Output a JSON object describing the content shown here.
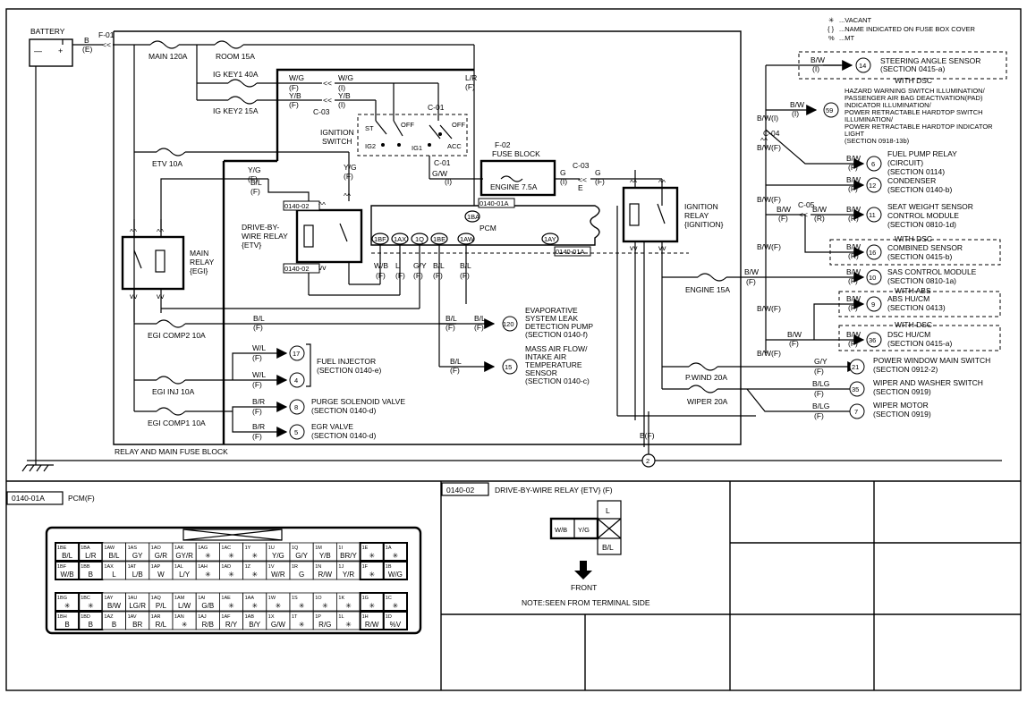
{
  "legend": [
    {
      "sym": "✳",
      "text": "...VACANT"
    },
    {
      "sym": "{ }",
      "text": "...NAME INDICATED ON FUSE BOX COVER"
    },
    {
      "sym": "%",
      "text": "...MT"
    }
  ],
  "battery": "BATTERY",
  "fuses": {
    "main": "MAIN 120A",
    "room": "ROOM 15A",
    "igkey1": "IG KEY1 40A",
    "igkey2": "IG KEY2 15A",
    "etv": "ETV 10A",
    "egicomp2": "EGI COMP2 10A",
    "egiinj": "EGI INJ 10A",
    "egicomp1": "EGI COMP1 10A",
    "engine75": "ENGINE 7.5A",
    "engine15": "ENGINE 15A",
    "pwind": "P.WIND 20A",
    "wiper": "WIPER 20A"
  },
  "connectors": {
    "f01": "F-01",
    "c03": "C-03",
    "c01": "C-01",
    "c04": "C-04",
    "c05": "C-05",
    "pcm_conn": "0140-01A",
    "etv_conn": "0140-02"
  },
  "wires": {
    "b_e": "B",
    "b_e2": "(E)",
    "wg": "W/G",
    "wg_f": "(F)",
    "wg2": "W/G",
    "wg2_i": "(I)",
    "yb": "Y/B",
    "yb_f": "(F)",
    "yb2": "Y/B",
    "yb2_i": "(I)",
    "lr": "L/R",
    "lr_f": "(F)",
    "yg": "Y/G",
    "yg_f": "(F)",
    "yg2": "Y/G",
    "yg2_f": "(F)",
    "bl": "B/L",
    "bl_f": "(F)",
    "gw": "G/W",
    "gw_i": "(I)",
    "g1": "G",
    "g1_i": "(I)",
    "e": "E",
    "g2": "G",
    "g2_f": "(F)",
    "wb": "W/B",
    "l": "L",
    "gy": "G/Y",
    "bl2": "B/L",
    "bl3": "B/L",
    "f": "(F)",
    "bl_egi2": "B/L",
    "bl_evap": "B/L",
    "bl_evap2": "B/L",
    "bl_maf": "B/L",
    "wl1": "W/L",
    "wl2": "W/L",
    "br1": "B/R",
    "br2": "B/R",
    "bw": "B/W",
    "bw_i": "(I)",
    "bwi": "B/W(I)",
    "bwf": "B/W(F)",
    "br_r": "(R)",
    "gy_pw": "G/Y",
    "blg1": "B/LG",
    "blg2": "B/LG",
    "bf": "B(F)"
  },
  "components": {
    "ign_switch": [
      "IGNITION",
      "SWITCH"
    ],
    "ign_pos": [
      "ST",
      "OFF",
      "IG2",
      "IG1",
      "ACC",
      "OFF"
    ],
    "fuse_block": [
      "F-02",
      "FUSE BLOCK"
    ],
    "main_relay": [
      "MAIN",
      "RELAY",
      "{EGI}"
    ],
    "dbw_relay": [
      "DRIVE-BY-",
      "WIRE RELAY",
      "{ETV}"
    ],
    "ign_relay": [
      "IGNITION",
      "RELAY",
      "{IGNITION}"
    ],
    "pcm": "PCM",
    "relay_block": "RELAY AND MAIN FUSE BLOCK"
  },
  "pcm_pins": [
    "1BA",
    "1BF",
    "1AX",
    "1Q",
    "1BE",
    "1AW",
    "1AY"
  ],
  "destinations": [
    {
      "num": "17",
      "label": [
        "FUEL INJECTOR",
        "(SECTION 0140-e)"
      ]
    },
    {
      "num": "4",
      "label": []
    },
    {
      "num": "8",
      "label": [
        "PURGE SOLENOID VALVE",
        "(SECTION 0140-d)"
      ]
    },
    {
      "num": "5",
      "label": [
        "EGR VALVE",
        "(SECTION 0140-d)"
      ]
    },
    {
      "num": "120",
      "label": [
        "EVAPORATIVE",
        "SYSTEM LEAK",
        "DETECTION PUMP",
        "(SECTION 0140-f)"
      ]
    },
    {
      "num": "15",
      "label": [
        "MASS AIR FLOW/",
        "INTAKE AIR",
        "TEMPERATURE",
        "SENSOR",
        "(SECTION 0140-c)"
      ]
    },
    {
      "num": "14",
      "label": [
        "STEERING ANGLE SENSOR",
        "(SECTION 0415-a)"
      ]
    },
    {
      "num": "59",
      "label": [
        "HAZARD WARNING SWITCH ILLUMINATION/",
        "PASSENGER AIR BAG DEACTIVATION(PAD)",
        "INDICATOR ILLUMINATION/",
        "POWER RETRACTABLE HARDTOP SWITCH",
        "ILLUMINATION/",
        "POWER RETRACTABLE HARDTOP INDICATOR",
        "LIGHT",
        "(SECTION 0918-13b)"
      ]
    },
    {
      "num": "6",
      "label": [
        "FUEL PUMP RELAY",
        "(CIRCUIT)",
        "(SECTION 0114)"
      ]
    },
    {
      "num": "12",
      "label": [
        "CONDENSER",
        "(SECTION 0140-b)"
      ]
    },
    {
      "num": "11",
      "label": [
        "SEAT WEIGHT SENSOR",
        "CONTROL MODULE",
        "(SECTION 0810-1d)"
      ]
    },
    {
      "num": "16",
      "label": [
        "COMBINED SENSOR",
        "(SECTION 0415-b)"
      ]
    },
    {
      "num": "10",
      "label": [
        "SAS CONTROL MODULE",
        "(SECTION 0810-1a)"
      ]
    },
    {
      "num": "9",
      "label": [
        "ABS HU/CM",
        "(SECTION 0413)"
      ]
    },
    {
      "num": "36",
      "label": [
        "DSC HU/CM",
        "(SECTION 0415-a)"
      ]
    },
    {
      "num": "21",
      "label": [
        "POWER WINDOW MAIN SWITCH",
        "(SECTION 0912-2)"
      ]
    },
    {
      "num": "35",
      "label": [
        "WIPER AND WASHER SWITCH",
        "(SECTION 0919)"
      ]
    },
    {
      "num": "7",
      "label": [
        "WIPER MOTOR",
        "(SECTION 0919)"
      ]
    }
  ],
  "with_dsc": "WITH DSC",
  "with_abs": "WITH ABS",
  "ground_num": "2",
  "pcm_panel": {
    "code": "0140-01A",
    "title": "PCM(F)",
    "rows": [
      [
        [
          "1BE",
          "B/L"
        ],
        [
          "1BA",
          "L/R"
        ],
        [
          "1AW",
          "B/L"
        ],
        [
          "1AS",
          "GY"
        ],
        [
          "1AO",
          "G/R"
        ],
        [
          "1AK",
          "GY/R"
        ],
        [
          "1AG",
          "✳"
        ],
        [
          "1AC",
          "✳"
        ],
        [
          "1Y",
          "✳"
        ],
        [
          "1U",
          "Y/G"
        ],
        [
          "1Q",
          "G/Y"
        ],
        [
          "1M",
          "Y/B"
        ],
        [
          "1I",
          "BR/Y"
        ],
        [
          "1E",
          "✳"
        ],
        [
          "1A",
          "✳"
        ]
      ],
      [
        [
          "1BF",
          "W/B"
        ],
        [
          "1BB",
          "B"
        ],
        [
          "1AX",
          "L"
        ],
        [
          "1AT",
          "L/B"
        ],
        [
          "1AP",
          "W"
        ],
        [
          "1AL",
          "L/Y"
        ],
        [
          "1AH",
          "✳"
        ],
        [
          "1AD",
          "✳"
        ],
        [
          "1Z",
          "✳"
        ],
        [
          "1V",
          "W/R"
        ],
        [
          "1R",
          "G"
        ],
        [
          "1N",
          "R/W"
        ],
        [
          "1J",
          "Y/R"
        ],
        [
          "1F",
          "✳"
        ],
        [
          "1B",
          "W/G"
        ]
      ],
      [
        [
          "1BG",
          "✳"
        ],
        [
          "1BC",
          "✳"
        ],
        [
          "1AY",
          "B/W"
        ],
        [
          "1AU",
          "LG/R"
        ],
        [
          "1AQ",
          "P/L"
        ],
        [
          "1AM",
          "L/W"
        ],
        [
          "1AI",
          "G/B"
        ],
        [
          "1AE",
          "✳"
        ],
        [
          "1AA",
          "✳"
        ],
        [
          "1W",
          "✳"
        ],
        [
          "1S",
          "✳"
        ],
        [
          "1O",
          "✳"
        ],
        [
          "1K",
          "✳"
        ],
        [
          "1G",
          "✳"
        ],
        [
          "1C",
          "✳"
        ]
      ],
      [
        [
          "1BH",
          "B"
        ],
        [
          "1BD",
          "B"
        ],
        [
          "1AZ",
          "B"
        ],
        [
          "1AV",
          "BR"
        ],
        [
          "1AR",
          "R/L"
        ],
        [
          "1AN",
          "✳"
        ],
        [
          "1AJ",
          "R/B"
        ],
        [
          "1AF",
          "R/Y"
        ],
        [
          "1AB",
          "B/Y"
        ],
        [
          "1X",
          "G/W"
        ],
        [
          "1T",
          "✳"
        ],
        [
          "1P",
          "R/G"
        ],
        [
          "1L",
          "✳"
        ],
        [
          "1H",
          "R/W"
        ],
        [
          "1D",
          "%V"
        ]
      ]
    ]
  },
  "etv_panel": {
    "code": "0140-02",
    "title": "DRIVE-BY-WIRE RELAY {ETV} (F)",
    "pins": [
      "L",
      "W/B",
      "Y/G",
      "B/L"
    ],
    "front": "FRONT",
    "note": "NOTE:SEEN FROM TERMINAL SIDE"
  }
}
